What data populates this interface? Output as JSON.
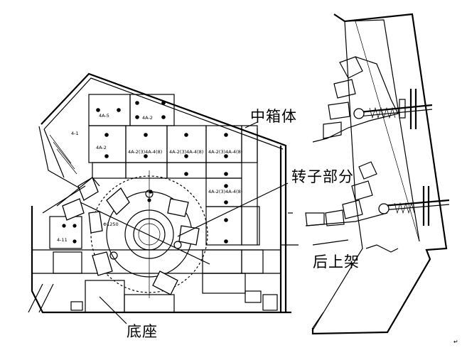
{
  "callouts": {
    "middle_box": "中箱体",
    "rotor": "转子部分",
    "rear_upper_frame": "后上架",
    "base": "底座"
  },
  "plate_labels": {
    "l1": "4A-5",
    "l2": "4-1",
    "l3": "4A-2",
    "l4": "4A-2",
    "l5": "4A-2(3)4A-4(8)",
    "l6": "4A-2(3)4A-4(8)",
    "l7": "4A-2(3)4A-4(8)",
    "l8": "4A-2(3)4A-4(8)",
    "l9": "4-11",
    "l10": "Φ1250"
  },
  "page_mark": "↵"
}
